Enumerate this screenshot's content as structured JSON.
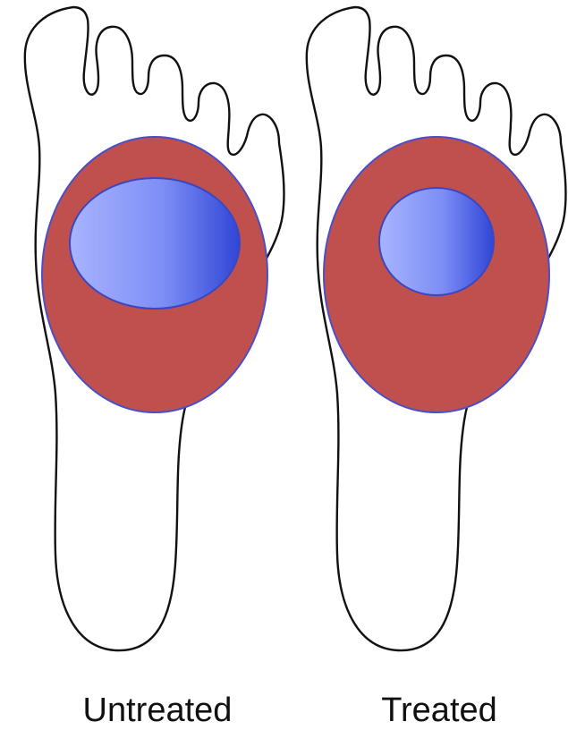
{
  "panels": [
    {
      "label": "Untreated",
      "inner_zone_relative_size": "large"
    },
    {
      "label": "Treated",
      "inner_zone_relative_size": "small"
    }
  ],
  "colors": {
    "outer_zone": "#c0504d",
    "outer_zone_border": "#4a4fc8",
    "inner_zone_light": "#a8b4ff",
    "inner_zone_dark": "#2f46d6",
    "foot_outline": "#111111",
    "background": "#ffffff"
  }
}
